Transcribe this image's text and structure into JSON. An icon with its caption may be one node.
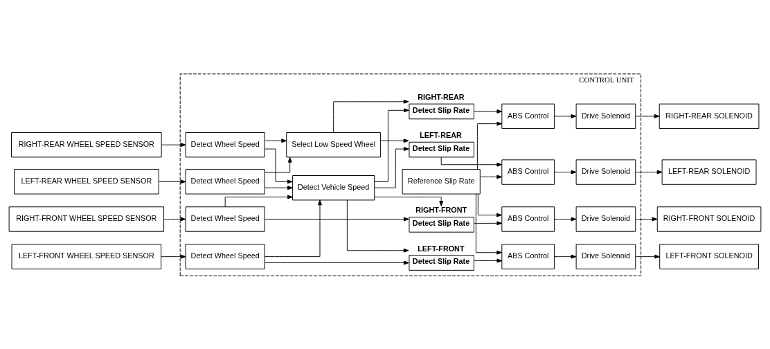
{
  "diagram": {
    "nodes": [
      {
        "text": [
          "CONTROL UNIT"
        ]
      },
      {
        "text": [
          "RIGHT-REAR WHEEL SPEED SENSOR"
        ]
      },
      {
        "text": [
          "LEFT-REAR WHEEL SPEED SENSOR"
        ]
      },
      {
        "text": [
          "RIGHT-FRONT WHEEL SPEED SENSOR"
        ]
      },
      {
        "text": [
          "LEFT-FRONT WHEEL SPEED SENSOR"
        ]
      },
      {
        "text": [
          "Detect Wheel Speed"
        ],
        "in": 0
      },
      {
        "text": [
          "Detect Wheel Speed"
        ],
        "in": 0
      },
      {
        "text": [
          "Detect Wheel Speed"
        ],
        "in": 0
      },
      {
        "text": [
          "Detect Wheel Speed"
        ],
        "in": 0
      },
      {
        "text": [
          "Detect Vehicle Speed"
        ],
        "in": 0
      },
      {
        "text": [
          "Select Low Speed Wheel"
        ],
        "in": 0
      },
      {
        "text": [
          "Reference Slip Rate"
        ],
        "in": 0
      },
      {
        "text": [
          "RIGHT-REAR",
          "Detect Slip Rate"
        ],
        "in": 0
      },
      {
        "text": [
          "LEFT-REAR",
          "Detect Slip Rate"
        ],
        "in": 0
      },
      {
        "text": [
          "RIGHT-FRONT",
          "Detect Slip Rate"
        ],
        "in": 0
      },
      {
        "text": [
          "LEFT-FRONT",
          "Detect Slip Rate"
        ],
        "in": 0
      },
      {
        "text": [
          "ABS Control"
        ],
        "in": 0
      },
      {
        "text": [
          "ABS Control"
        ],
        "in": 0
      },
      {
        "text": [
          "ABS Control"
        ],
        "in": 0
      },
      {
        "text": [
          "ABS Control"
        ],
        "in": 0
      },
      {
        "text": [
          "Drive Solenoid"
        ],
        "in": 0
      },
      {
        "text": [
          "Drive Solenoid"
        ],
        "in": 0
      },
      {
        "text": [
          "Drive Solenoid"
        ],
        "in": 0
      },
      {
        "text": [
          "Drive Solenoid"
        ],
        "in": 0
      },
      {
        "text": [
          "RIGHT-REAR SOLENOID"
        ]
      },
      {
        "text": [
          "LEFT-REAR SOLENOID"
        ]
      },
      {
        "text": [
          "RIGHT-FRONT SOLENOID"
        ]
      },
      {
        "text": [
          "LEFT-FRONT SOLENOID"
        ]
      }
    ],
    "edges": [
      {
        "from": 1,
        "to": 5,
        "arrow": "to"
      },
      {
        "from": 2,
        "to": 6,
        "arrow": "to"
      },
      {
        "from": 3,
        "to": 7,
        "arrow": "to"
      },
      {
        "from": 4,
        "to": 8,
        "arrow": "to"
      },
      {
        "from": 5,
        "to": 9,
        "arrow": "to"
      },
      {
        "from": 6,
        "to": 9,
        "arrow": "to"
      },
      {
        "from": 7,
        "to": 9,
        "arrow": "to"
      },
      {
        "from": 8,
        "to": 9,
        "arrow": "to"
      },
      {
        "from": 5,
        "to": 10,
        "arrow": "to"
      },
      {
        "from": 6,
        "to": 10,
        "arrow": "to"
      },
      {
        "from": 9,
        "to": 12,
        "arrow": "to"
      },
      {
        "from": 9,
        "to": 13,
        "arrow": "to"
      },
      {
        "from": 9,
        "to": 14,
        "arrow": "to"
      },
      {
        "from": 9,
        "to": 15,
        "arrow": "to"
      },
      {
        "from": 10,
        "to": 12,
        "arrow": "to"
      },
      {
        "from": 10,
        "to": 13,
        "arrow": "to"
      },
      {
        "from": 7,
        "to": 14,
        "arrow": "to"
      },
      {
        "from": 8,
        "to": 15,
        "arrow": "to"
      },
      {
        "from": 11,
        "to": 16,
        "arrow": "to"
      },
      {
        "from": 11,
        "to": 17,
        "arrow": "to"
      },
      {
        "from": 11,
        "to": 18,
        "arrow": "to"
      },
      {
        "from": 11,
        "to": 19,
        "arrow": "to"
      },
      {
        "from": 12,
        "to": 16,
        "arrow": "to"
      },
      {
        "from": 13,
        "to": 17,
        "arrow": "to"
      },
      {
        "from": 14,
        "to": 18,
        "arrow": "to"
      },
      {
        "from": 15,
        "to": 19,
        "arrow": "to"
      },
      {
        "from": 16,
        "to": 20,
        "arrow": "to"
      },
      {
        "from": 17,
        "to": 21,
        "arrow": "to"
      },
      {
        "from": 18,
        "to": 22,
        "arrow": "to"
      },
      {
        "from": 19,
        "to": 23,
        "arrow": "to"
      },
      {
        "from": 20,
        "to": 24,
        "arrow": "to"
      },
      {
        "from": 21,
        "to": 25,
        "arrow": "to"
      },
      {
        "from": 22,
        "to": 26,
        "arrow": "to"
      },
      {
        "from": 23,
        "to": 27,
        "arrow": "to"
      }
    ]
  }
}
